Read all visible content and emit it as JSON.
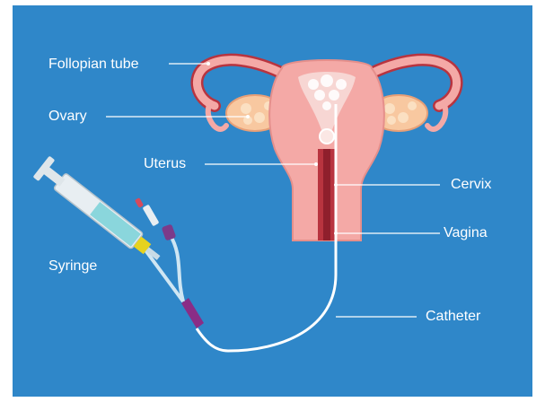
{
  "labels": {
    "fallopian_tube": "Follopian tube",
    "ovary": "Ovary",
    "uterus": "Uterus",
    "cervix": "Cervix",
    "vagina": "Vagina",
    "syringe": "Syringe",
    "catheter": "Catheter"
  },
  "colors": {
    "background": "#2f87c9",
    "tissue": "#f4a9a6",
    "tissue_dark": "#b8343f",
    "lining": "#f7d6d3",
    "ovary": "#f8c8a0",
    "catheter": "#ffffff",
    "syringe_body": "#e8eef2",
    "syringe_liquid": "#7fd3d9",
    "syringe_hub": "#e6d21f",
    "catheter_tip": "#8a2d86"
  }
}
